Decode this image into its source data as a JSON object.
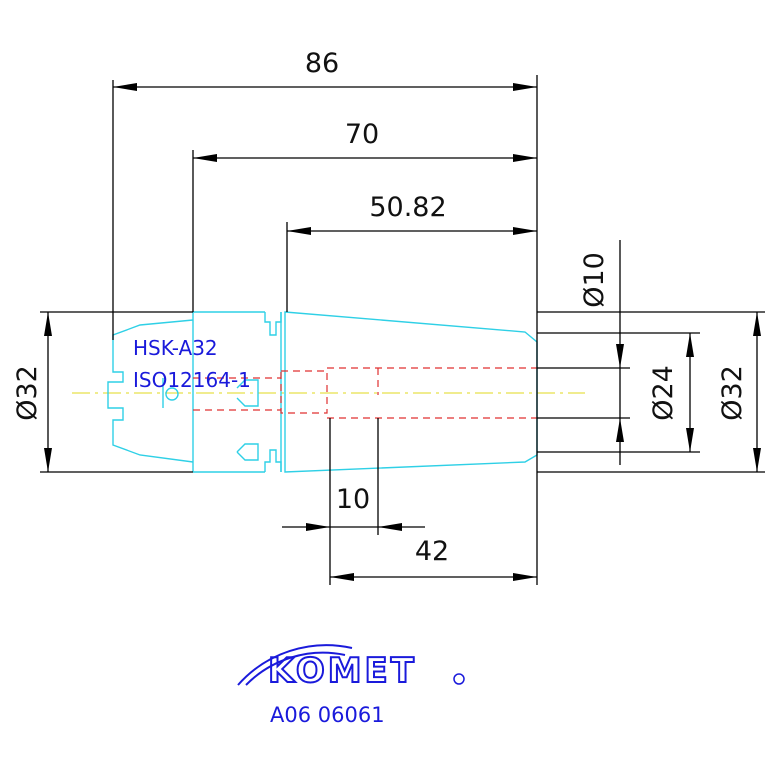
{
  "dimensions": {
    "overall_length": "86",
    "length_70": "70",
    "length_50": "50.82",
    "dia_10": "Ø10",
    "dia_24": "Ø24",
    "dia_32_left": "Ø32",
    "dia_32_right": "Ø32",
    "length_10": "10",
    "length_42": "42"
  },
  "part": {
    "interface": "HSK-A32",
    "standard": "ISO12164-1"
  },
  "brand": {
    "name": "KOMET",
    "code": "A06 06061"
  },
  "colors": {
    "outline": "#2fd0e6",
    "hidden": "#e03030",
    "centerline": "#e8e04a",
    "annotation": "#1a1adb"
  }
}
